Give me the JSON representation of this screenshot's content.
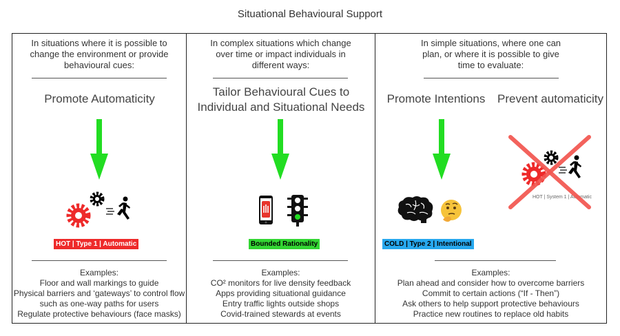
{
  "title": "Situational Behavioural Support",
  "columns": [
    {
      "intro": [
        "In situations where it is possible to",
        "change the environment or provide",
        "behavioural cues:"
      ],
      "heading": [
        "Promote Automaticity"
      ],
      "badge": "HOT | Type 1 | Automatic",
      "examples_title": "Examples:",
      "examples": [
        "Floor and wall markings to guide",
        "Physical barriers and ‘gateways’ to control flow",
        "such as one-way paths for users",
        "Regulate protective behaviours (face masks)"
      ]
    },
    {
      "intro": [
        "In complex situations which change",
        "over time or impact individuals in",
        "different ways:"
      ],
      "heading": [
        "Tailor Behavioural Cues to",
        "Individual and Situational Needs"
      ],
      "badge": "Bounded Rationality",
      "examples_title": "Examples:",
      "examples": [
        "CO² monitors for live density feedback",
        "Apps providing situational guidance",
        "Entry traffic lights outside shops",
        "Covid-trained stewards at events"
      ]
    },
    {
      "intro": [
        "In simple situations, where one can",
        "plan, or where it is possible to give",
        "time to evaluate:"
      ],
      "heading_left": "Promote Intentions",
      "heading_right": "Prevent automaticity",
      "badge": "COLD | Type 2 | Intentional",
      "crossed_badge": "HOT | System 1 | Automatic",
      "examples_title": "Examples:",
      "examples": [
        "Plan ahead and consider how to overcome barriers",
        "Commit to certain actions (“If - Then”)",
        "Ask others to help support protective behaviours",
        "Practice new routines to replace old habits"
      ]
    }
  ],
  "colors": {
    "arrow": "#22dd22",
    "hot": "#ee2a2a",
    "green": "#33d633",
    "blue": "#27a8ee",
    "cross": "#f2554f"
  },
  "icons": [
    "green-down-arrow-icon",
    "gears-icon",
    "running-person-icon",
    "phone-stop-icon",
    "traffic-light-icon",
    "brain-icon",
    "thinking-face-icon",
    "cross-icon"
  ]
}
